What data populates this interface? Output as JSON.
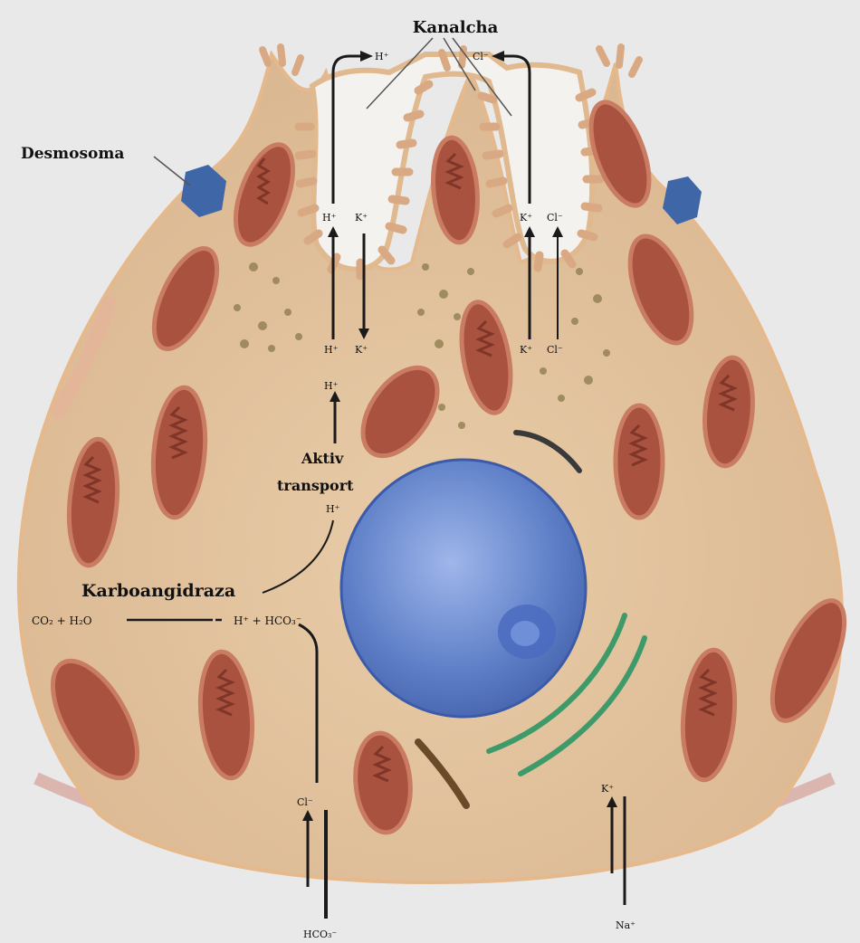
{
  "labels": {
    "canaliculi": "Kanalcha",
    "desmosome": "Desmosoma",
    "active_transport": "Aktiv",
    "active_transport_2": "transport",
    "carbonic_anhydrase": "Karboangidraza",
    "reaction_left": "CO₂ + H₂O",
    "reaction_right": "H⁺ + HCO₃⁻"
  },
  "ions": {
    "h_top": "H⁺",
    "cl_top": "Cl⁻",
    "h_lumen": "H⁺",
    "k_lumen_left": "K⁺",
    "k_lumen_right": "K⁺",
    "cl_lumen": "Cl⁻",
    "h_cell": "H⁺",
    "k_cell_left": "K⁺",
    "k_cell_right": "K⁺",
    "cl_cell": "Cl⁻",
    "h_mid": "H⁺",
    "h_after_transport": "H⁺",
    "cl_basal": "Cl⁻",
    "k_basal": "K⁺",
    "hco3_bottom": "HCO₃⁻",
    "na_bottom": "Na⁺"
  },
  "colors": {
    "background": "#e9e9ea",
    "cytoplasm": "#e6c7a3",
    "mitochondrion": "#a8523f",
    "nucleus": "#6a8bd0",
    "desmosome": "#3f67a8",
    "golgi": "#3f9a6a",
    "lumen": "#f4f2ef"
  }
}
